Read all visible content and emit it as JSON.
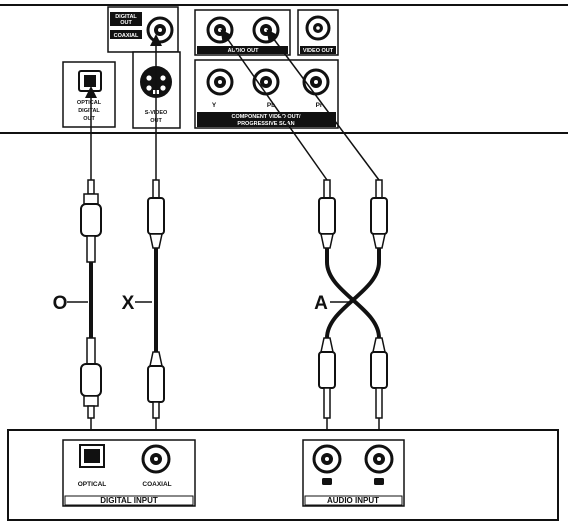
{
  "player": {
    "digital_out_label_1": "DIGITAL",
    "digital_out_label_2": "OUT",
    "coaxial_label": "COAXIAL",
    "optical_out_1": "OPTICAL",
    "optical_out_2": "DIGITAL",
    "optical_out_3": "OUT",
    "svideo_1": "S-VIDEO",
    "svideo_2": "OUT",
    "audio_out": "AUDIO OUT",
    "video_out": "VIDEO OUT",
    "jack_y": "Y",
    "jack_pb": "Pb",
    "jack_pr": "Pr",
    "component_1": "COMPONENT VIDEO OUT/",
    "component_2": "PROGRESSIVE SCAN"
  },
  "cables": {
    "optical": "O",
    "coaxial": "X",
    "audio": "A"
  },
  "receiver": {
    "optical": "OPTICAL",
    "coaxial": "COAXIAL",
    "digital_input": "DIGITAL INPUT",
    "audio_input": "AUDIO INPUT"
  }
}
